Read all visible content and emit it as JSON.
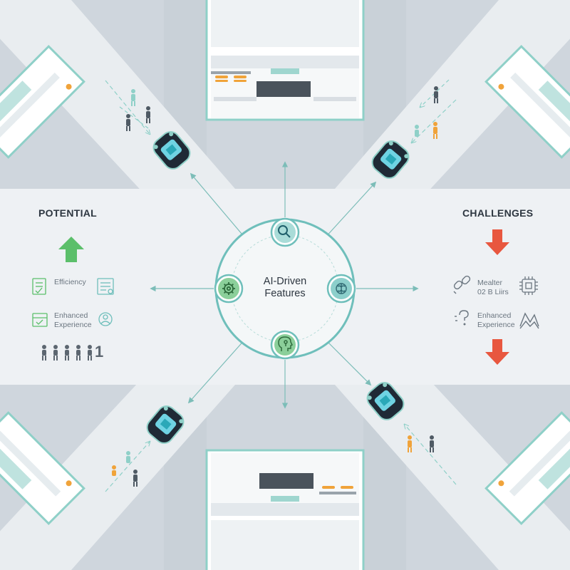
{
  "center": {
    "title_line1": "AI-Driven",
    "title_line2": "Features"
  },
  "potential": {
    "heading": "POTENTIAL",
    "items": [
      {
        "label": "Efficiency"
      },
      {
        "label_line1": "Enhanced",
        "label_line2": "Experience"
      }
    ],
    "figures_suffix": "1"
  },
  "challenges": {
    "heading": "CHALLENGES",
    "items": [
      {
        "label_line1": "Mealter",
        "label_line2": "02 B Liirs"
      },
      {
        "label_line1": "Enhanced",
        "label_line2": "Experience"
      }
    ]
  },
  "colors": {
    "background": "#eef1f4",
    "road": "#d3d9df",
    "accent_teal": "#6fc3c0",
    "accent_green": "#5bbf6a",
    "accent_red": "#e8573f",
    "vehicle_dark": "#1f2a36",
    "orange": "#f0a33a"
  },
  "icons": {
    "ring_top": "search-icon",
    "ring_left": "gear-icon",
    "ring_right": "brain-icon",
    "ring_bottom": "head-circuit-icon"
  }
}
